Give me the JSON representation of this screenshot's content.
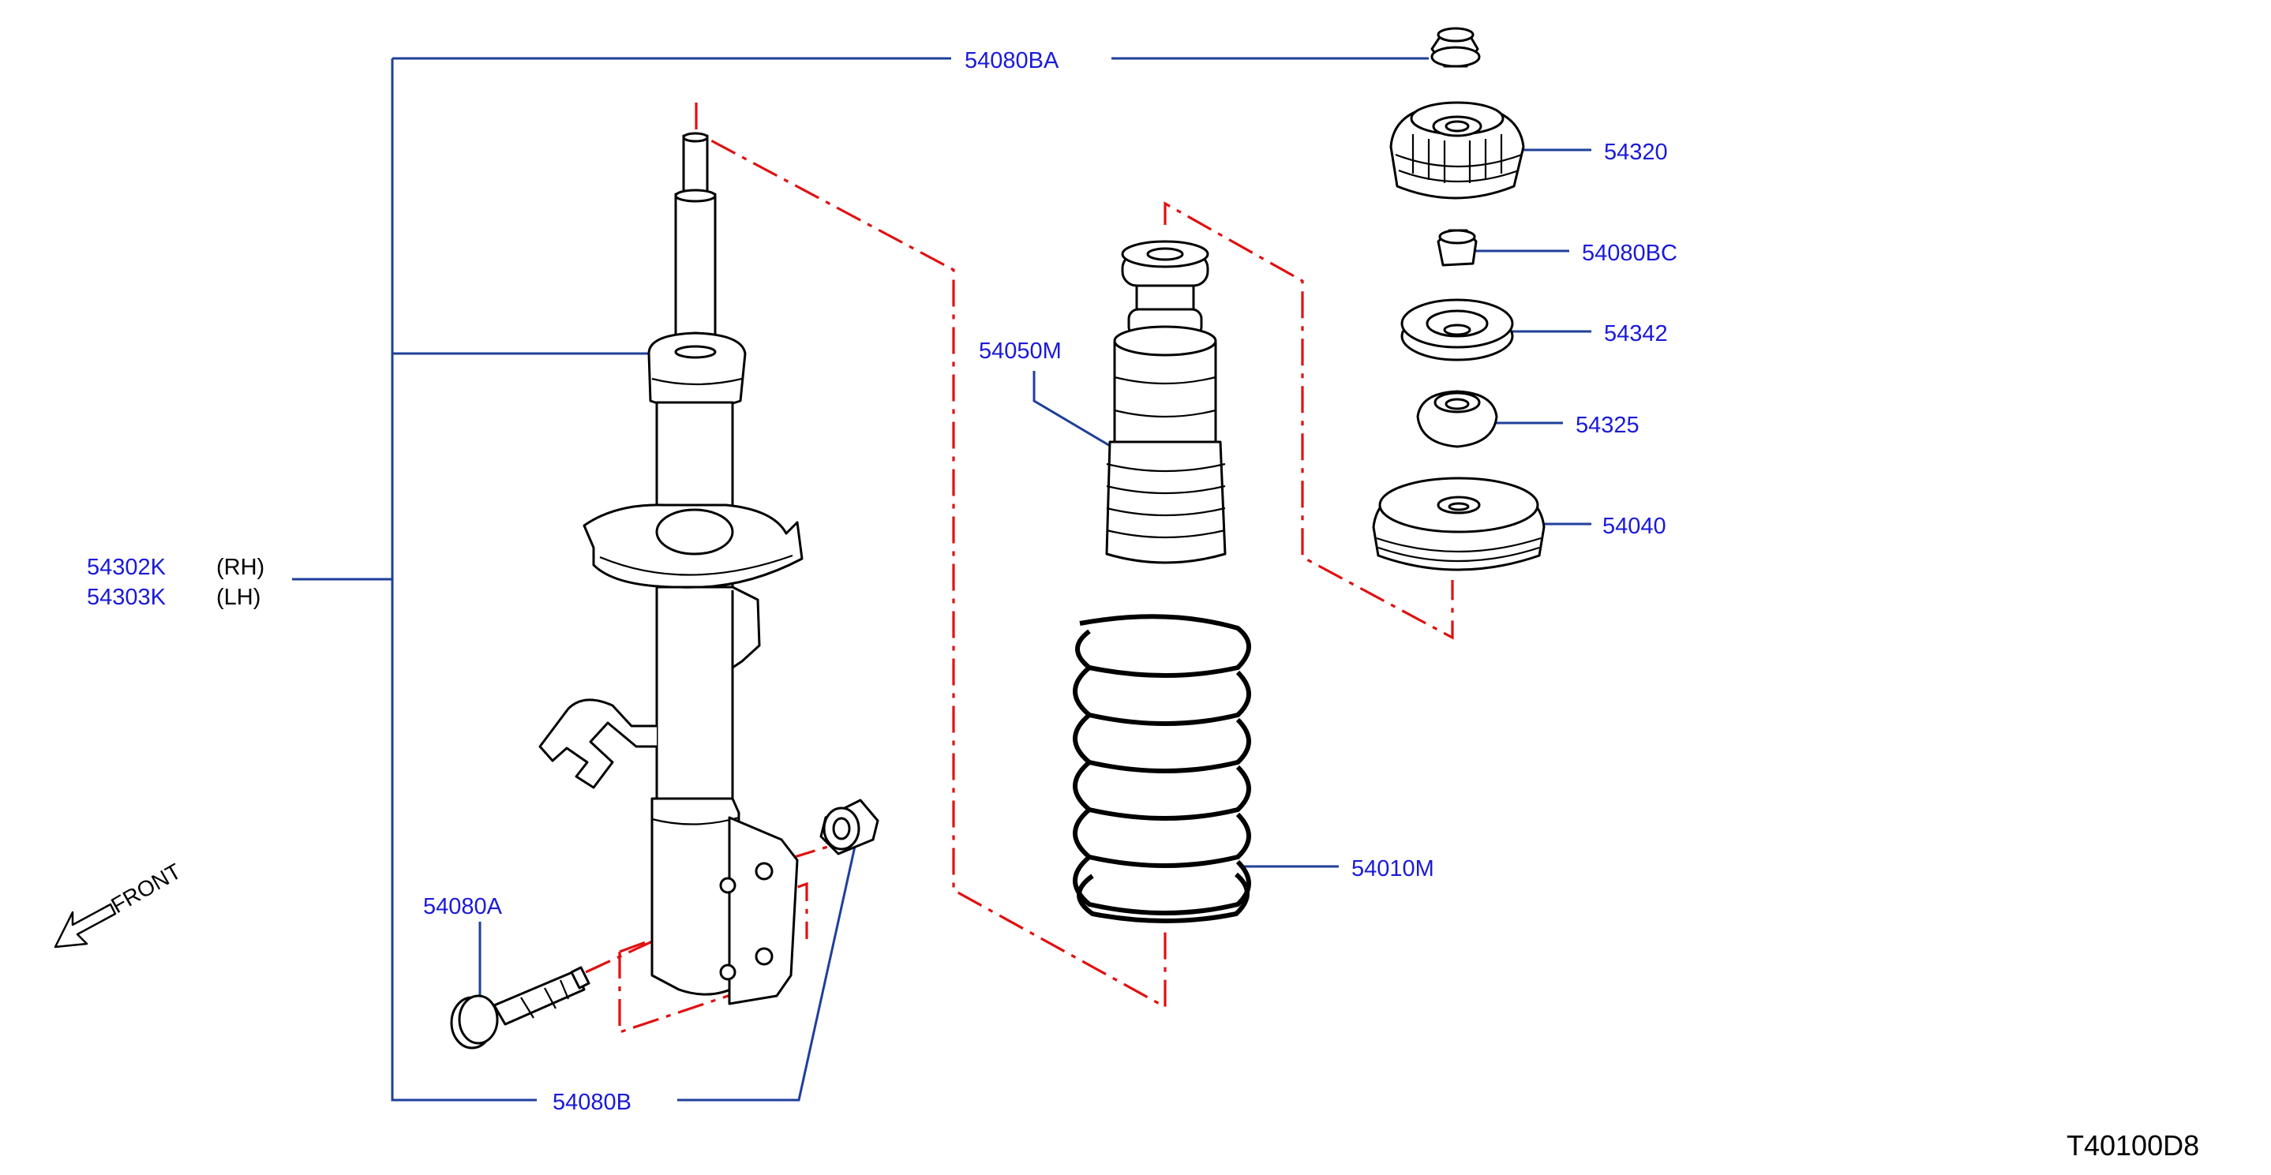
{
  "diagram_code": "T40100D8",
  "front_label": "FRONT",
  "callouts": {
    "nut_top": "54080BA",
    "mount_insulator": "54320",
    "nut_lower": "54080BC",
    "bearing_seat": "54342",
    "bearing": "54325",
    "upper_seat": "54040",
    "bound_bumper": "54050M",
    "coil_spring": "54010M",
    "strut_rh_code": "54302K",
    "strut_rh_side": "(RH)",
    "strut_lh_code": "54303K",
    "strut_lh_side": "(LH)",
    "bolt": "54080A",
    "nut_bracket": "54080B"
  },
  "colors": {
    "callout_text": "#1a1ad8",
    "leader_line": "#1f3f9a",
    "phantom_line": "#e01010",
    "part_outline": "#000000"
  }
}
